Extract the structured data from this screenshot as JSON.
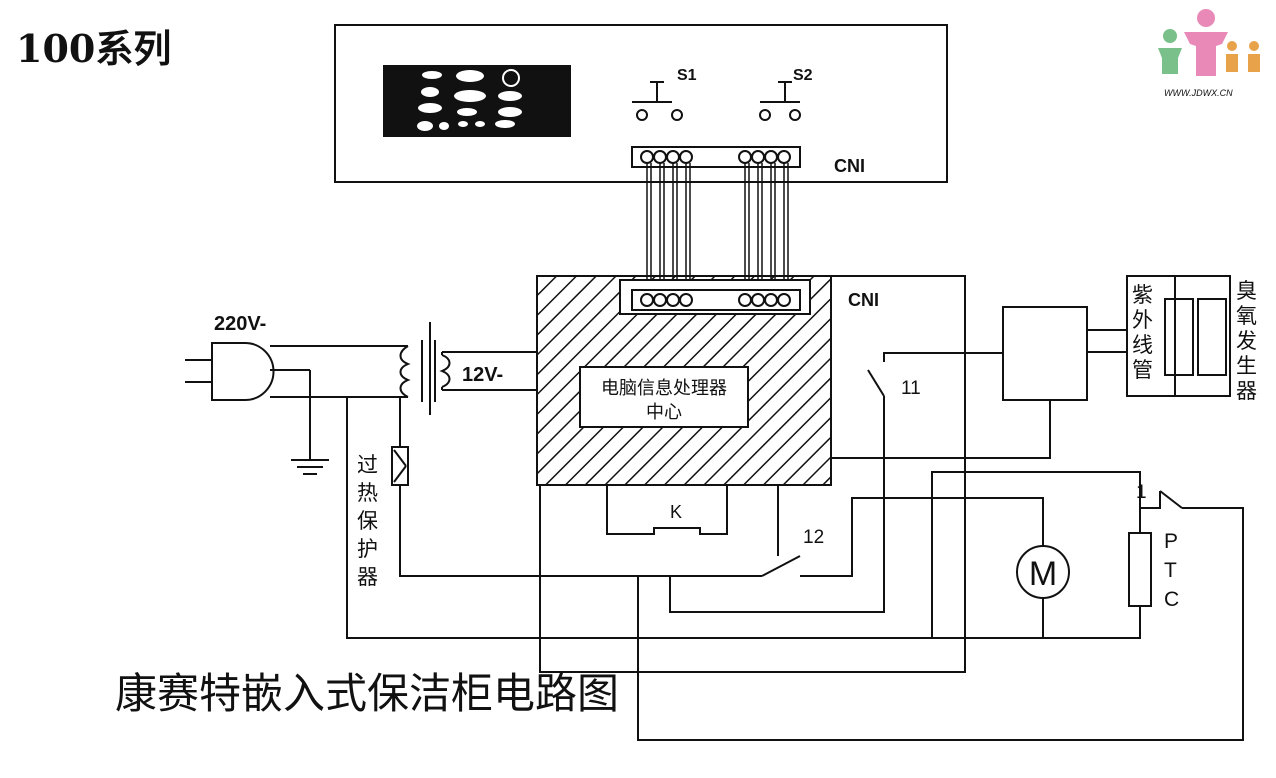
{
  "series_title": "100系列",
  "footer_title": "康赛特嵌入式保洁柜电路图",
  "watermark_url": "WWW.JDWX.CN",
  "colors": {
    "line": "#111111",
    "logo_green": "#7ac08a",
    "logo_pink": "#e889b8",
    "logo_orange": "#e8a24a"
  },
  "panel": {
    "s1": "S1",
    "s2": "S2",
    "connector": "CNI"
  },
  "supply": {
    "mains": "220V-",
    "low_voltage": "12V-"
  },
  "thermal_protector": [
    "过",
    "热",
    "保",
    "护",
    "器"
  ],
  "cpu": {
    "line1": "电脑信息处理器",
    "line2": "中心"
  },
  "main_connector": "CNI",
  "relay_k": "K",
  "contacts": {
    "c11": "11",
    "c12": "12",
    "c1": "1"
  },
  "uv_tube": [
    "紫",
    "外",
    "线",
    "管"
  ],
  "ozone_generator": [
    "臭",
    "氧",
    "发",
    "生",
    "器"
  ],
  "motor": "M",
  "ptc": [
    "P",
    "T",
    "C"
  ]
}
